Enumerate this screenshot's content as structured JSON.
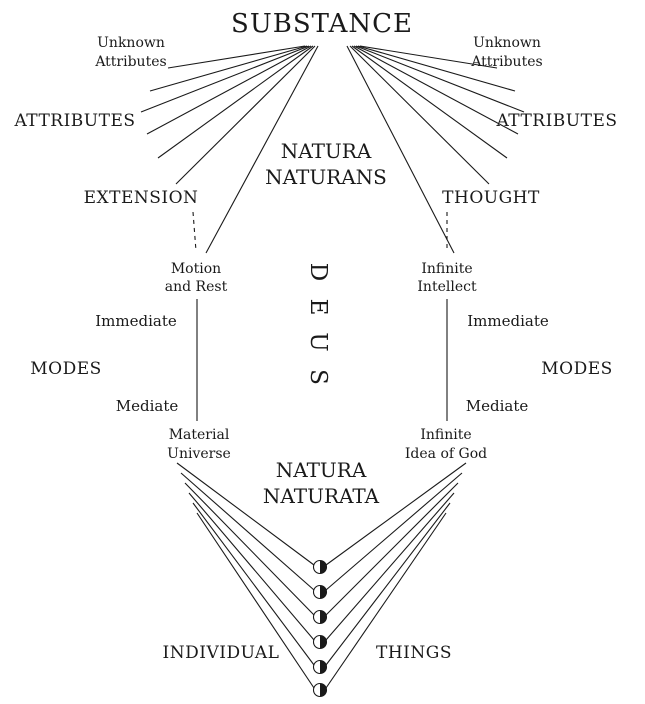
{
  "colors": {
    "ink": "#1a1a1a",
    "background": "#ffffff"
  },
  "diagram": {
    "title": "SUBSTANCE",
    "natura_naturans": [
      "NATURA",
      "NATURANS"
    ],
    "natura_naturata": [
      "NATURA",
      "NATURATA"
    ],
    "deus_letters": [
      "D",
      "E",
      "U",
      "S"
    ],
    "left": {
      "unknown_attributes": [
        "Unknown",
        "Attributes"
      ],
      "attributes": "ATTRIBUTES",
      "extension": "EXTENSION",
      "motion_and_rest": [
        "Motion",
        "and Rest"
      ],
      "immediate": "Immediate",
      "modes": "MODES",
      "mediate": "Mediate",
      "material_universe": [
        "Material",
        "Universe"
      ]
    },
    "right": {
      "unknown_attributes": [
        "Unknown",
        "Attributes"
      ],
      "attributes": "ATTRIBUTES",
      "thought": "THOUGHT",
      "infinite_intellect": [
        "Infinite",
        "Intellect"
      ],
      "immediate": "Immediate",
      "modes": "MODES",
      "mediate": "Mediate",
      "infinite_idea_of_god": [
        "Infinite",
        "Idea of God"
      ]
    },
    "bottom": {
      "individual": "INDIVIDUAL",
      "things": "THINGS"
    }
  }
}
